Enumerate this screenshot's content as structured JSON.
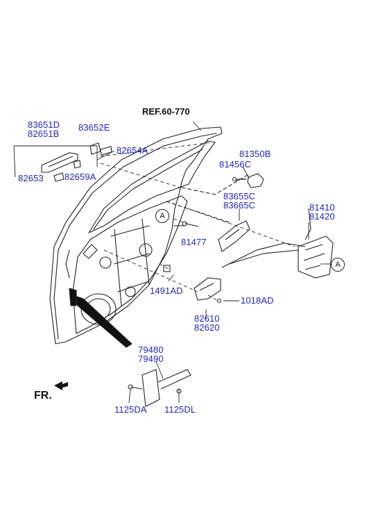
{
  "diagram": {
    "reference": "REF.60-770",
    "direction_marker": "FR.",
    "callout_letter": "A",
    "parts": {
      "p83651D": "83651D",
      "p82651B": "82651B",
      "p83652E": "83652E",
      "p82654A": "82654A",
      "p82653": "82653",
      "p82659A": "82659A",
      "p81350B": "81350B",
      "p81456C": "81456C",
      "p83655C": "83655C",
      "p83665C": "83665C",
      "p81410": "81410",
      "p81420": "81420",
      "p81477": "81477",
      "p1491AD": "1491AD",
      "p1018AD": "1018AD",
      "p82610": "82610",
      "p82620": "82620",
      "p79480": "79480",
      "p79490": "79490",
      "p1125DA": "1125DA",
      "p1125DL": "1125DL"
    },
    "colors": {
      "label": "#2323c8",
      "line": "#222222"
    }
  }
}
